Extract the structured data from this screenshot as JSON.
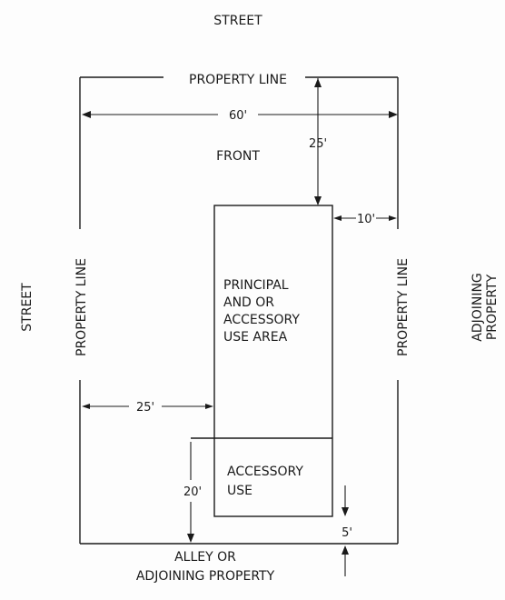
{
  "labels": {
    "street_top": "STREET",
    "property_line_top": "PROPERTY LINE",
    "width_dim": "60'",
    "front_setback": "25'",
    "front": "FRONT",
    "side_setback": "10'",
    "street_left": "STREET",
    "property_line_left": "PROPERTY LINE",
    "principal_line1": "PRINCIPAL",
    "principal_line2": "AND OR",
    "principal_line3": "ACCESSORY",
    "principal_line4": "USE AREA",
    "property_line_right": "PROPERTY LINE",
    "adjoining_right_line1": "ADJOINING",
    "adjoining_right_line2": "PROPERTY",
    "left_setback": "25'",
    "accessory_line1": "ACCESSORY",
    "accessory_line2": "USE",
    "accessory_dim": "20'",
    "rear_setback": "5'",
    "alley_line1": "ALLEY OR",
    "alley_line2": "ADJOINING PROPERTY"
  }
}
